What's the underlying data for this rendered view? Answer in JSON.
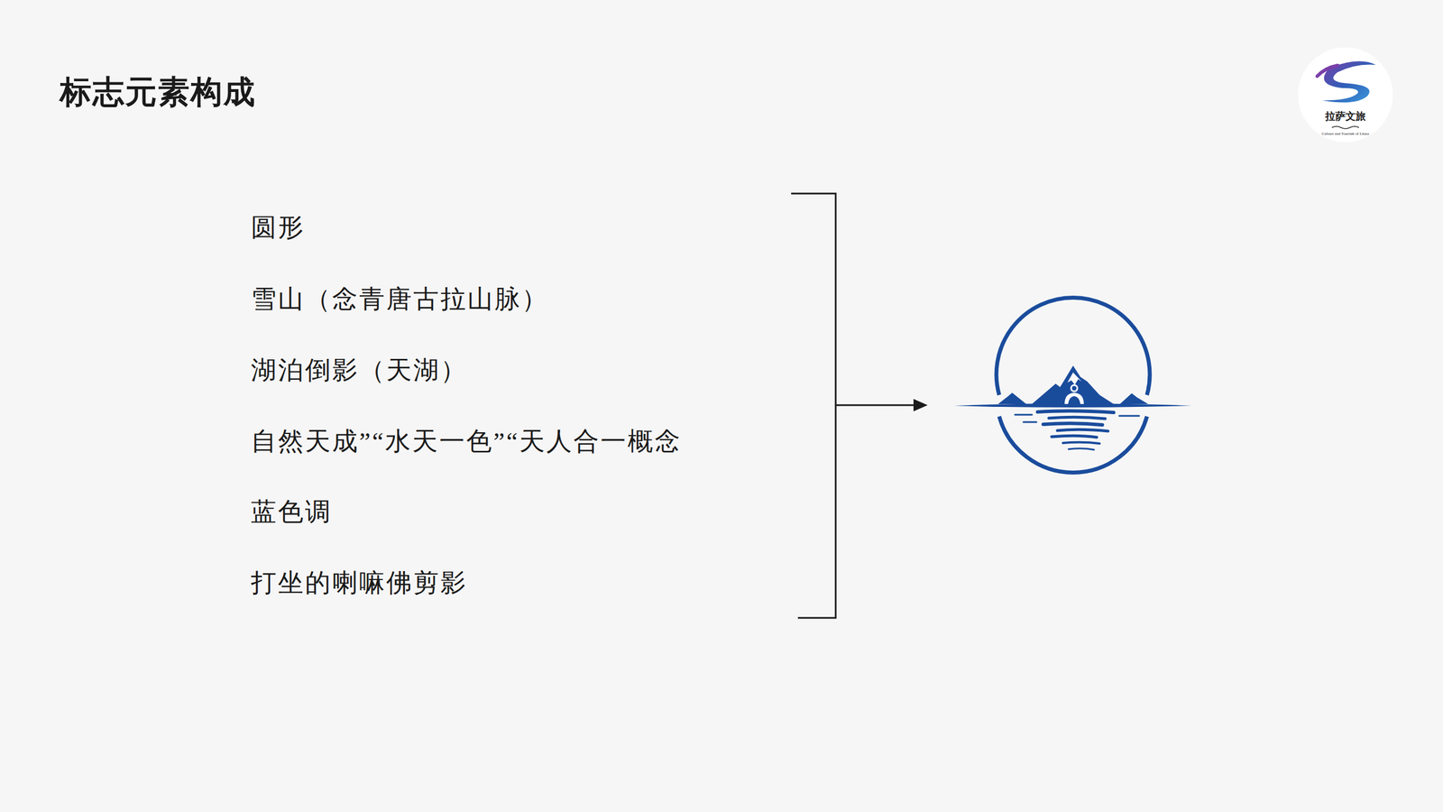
{
  "diagram": {
    "title": "标志元素构成",
    "labels": [
      "圆形",
      "雪山（念青唐古拉山脉）",
      "湖泊倒影（天湖）",
      "自然天成”“水天一色”“天人合一概念",
      "蓝色调",
      "打坐的喇嘛佛剪影",
      "拉萨文旅",
      "Culture and Tourism of Lhasa"
    ]
  }
}
